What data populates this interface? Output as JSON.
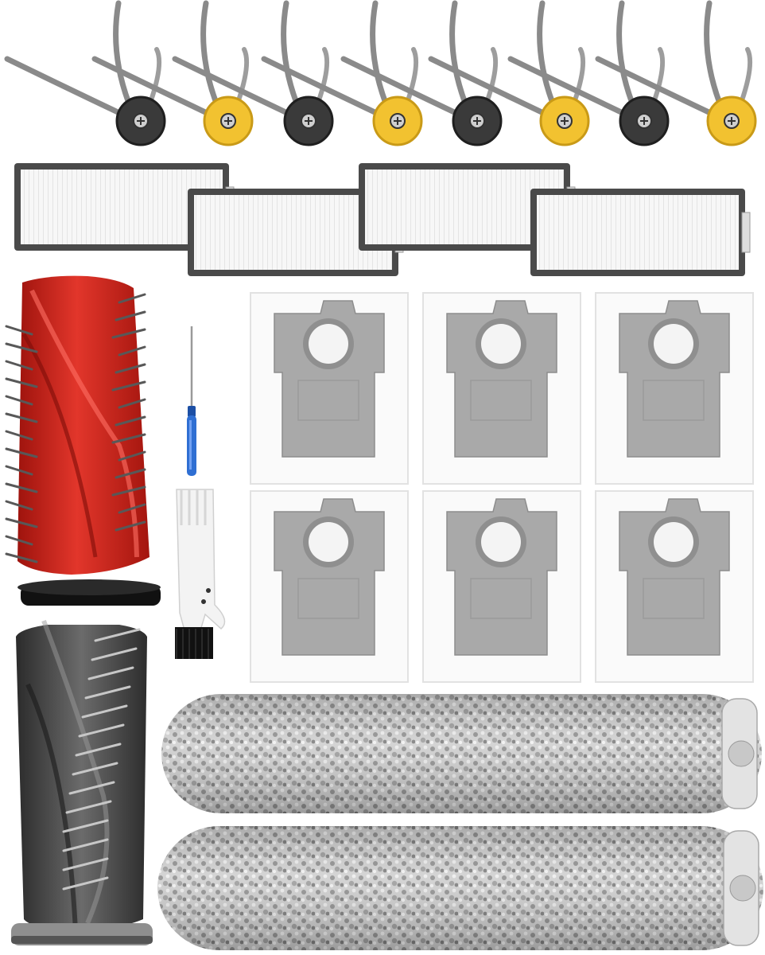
{
  "product": {
    "side_brushes": {
      "count": 8,
      "hub_colors": [
        "#3a3a3a",
        "#f2c230",
        "#3a3a3a",
        "#f2c230",
        "#3a3a3a",
        "#f2c230",
        "#3a3a3a",
        "#f2c230"
      ],
      "bristle_color": "#8a8a8a"
    },
    "hepa_filters": {
      "count": 4,
      "frame_color": "#4a4a4a",
      "media_color": "#f6f6f6"
    },
    "dust_bags": {
      "count": 6,
      "bag_color": "#fafafa",
      "collar_color": "#a9a9a9"
    },
    "main_brushes": [
      {
        "color": "#d8261c",
        "bristle_color": "#555555"
      },
      {
        "color": "#4b4b4b",
        "bristle_color": "#b9b9b9"
      }
    ],
    "mop_rollers": {
      "count": 2,
      "color": "#c9c9c9",
      "end_cap_color": "#e3e3e3"
    },
    "tools": {
      "screwdriver": {
        "handle_color": "#2f6fd3"
      },
      "cleaning_brush": {
        "body_color": "#f3f3f3",
        "bristle_color": "#111111"
      }
    }
  }
}
